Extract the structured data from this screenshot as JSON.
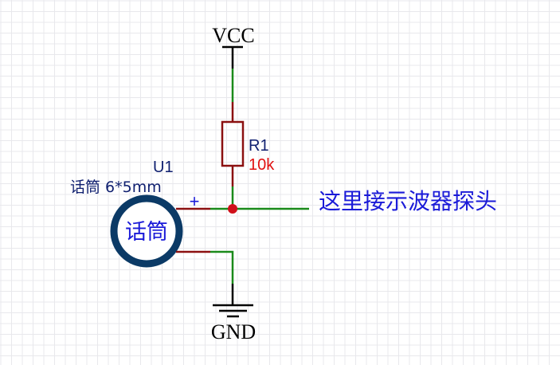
{
  "schematic": {
    "power": {
      "label": "VCC"
    },
    "ground": {
      "label": "GND"
    },
    "resistor": {
      "designator": "R1",
      "value": "10k"
    },
    "microphone": {
      "designator": "U1",
      "description": "话筒 6*5mm",
      "body_label": "话筒",
      "pin_marker": "+"
    },
    "probe_note": "这里接示波器探头",
    "colors": {
      "wire": "#1a8a1a",
      "pin": "#8b1010",
      "power_symbol": "#000000",
      "junction": "#d0101a",
      "designator_text": "#102070",
      "value_text": "#e01010",
      "note_text": "#1a1ad8",
      "mic_ring": "#0b3a66",
      "grid": "#e8e8ec"
    }
  }
}
